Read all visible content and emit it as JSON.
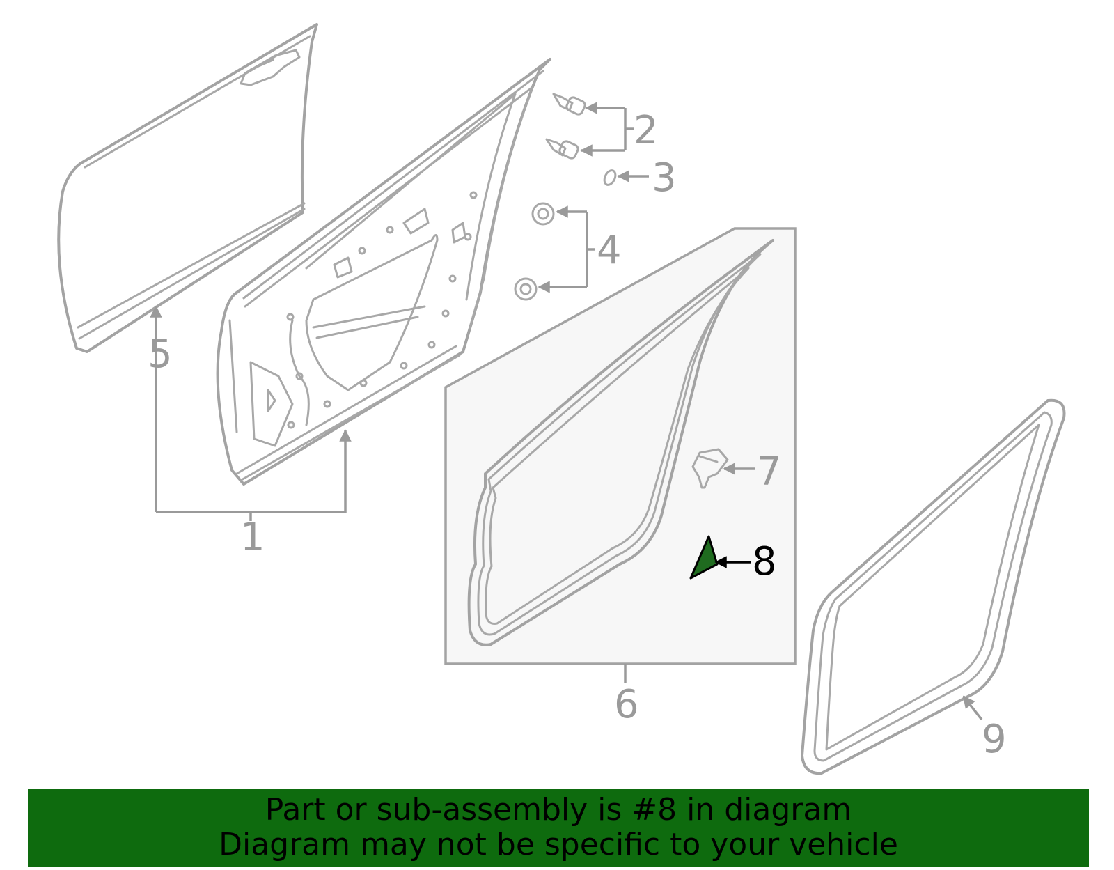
{
  "callouts": {
    "c1": "1",
    "c2": "2",
    "c3": "3",
    "c4": "4",
    "c5": "5",
    "c6": "6",
    "c7": "7",
    "c8": "8",
    "c9": "9"
  },
  "highlight": {
    "part_number": "8",
    "color": "#1f6b1f"
  },
  "banner": {
    "line1": "Part or sub-assembly is #8 in diagram",
    "line2": "Diagram may not be specific to your vehicle",
    "background": "#0e6b0e"
  }
}
